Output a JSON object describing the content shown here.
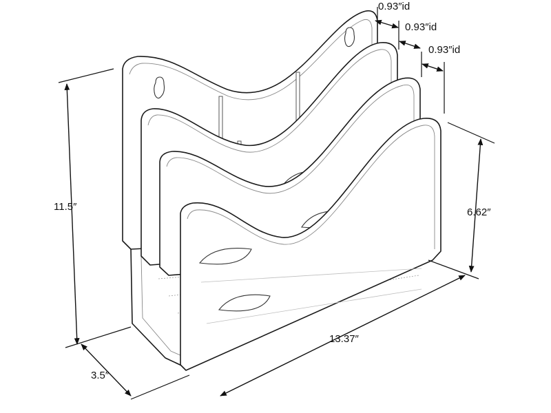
{
  "dimensions": {
    "height": "11.5″",
    "depth": "3.5″",
    "width": "13.37″",
    "front_height": "6.62″",
    "pocket_1": "0.93″id",
    "pocket_2": "0.93″id",
    "pocket_3": "0.93″id"
  },
  "colors": {
    "line": "#1a1a1a",
    "background": "#ffffff"
  }
}
